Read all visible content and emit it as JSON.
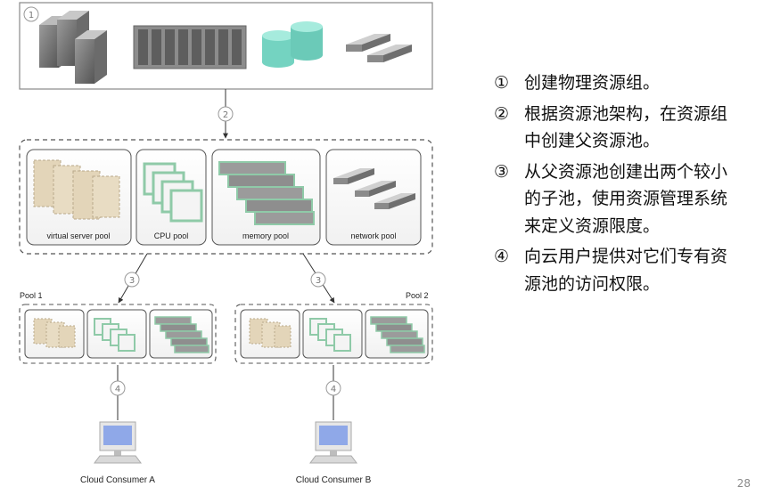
{
  "diagram": {
    "step_markers": [
      "1",
      "2",
      "3",
      "3",
      "4",
      "4"
    ],
    "pool_labels": [
      "virtual server pool",
      "CPU pool",
      "memory pool",
      "network pool"
    ],
    "child_pool_labels": [
      "Pool 1",
      "Pool 2"
    ],
    "consumers": [
      "Cloud Consumer A",
      "Cloud Consumer B"
    ]
  },
  "steps": [
    {
      "marker": "①",
      "text": "创建物理资源组。"
    },
    {
      "marker": "②",
      "text": "根据资源池架构，在资源组中创建父资源池。"
    },
    {
      "marker": "③",
      "text": "从父资源池创建出两个较小的子池，使用资源管理系统来定义资源限度。"
    },
    {
      "marker": "④",
      "text": "向云用户提供对它们专有资源池的访问权限。"
    }
  ],
  "page_number": "28",
  "colors": {
    "server": "#e3d5b9",
    "storage": "#74d3c1",
    "cpu": "#a8e6c2",
    "monitor": "#8fa8e8"
  }
}
